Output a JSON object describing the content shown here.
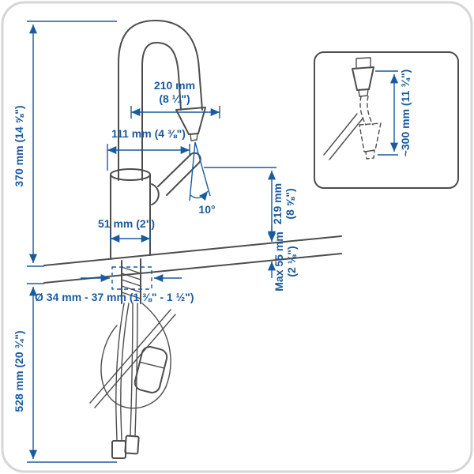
{
  "colors": {
    "accent_blue": "#1a5a9e",
    "drawing_gray": "#4d4d4d",
    "border_gray": "#d6d6d6",
    "background": "#ffffff"
  },
  "diagram": {
    "labels": {
      "height_above": "370 mm (14 ⅝\")",
      "depth_below": "528 mm (20 ¾\")",
      "spout_reach_1": "210 mm",
      "spout_reach_2": "(8 ¼\")",
      "spout_projection": "111 mm (4 ⅜\")",
      "base_diameter": "51 mm (2\")",
      "spout_angle": "10°",
      "outlet_height_1": "219 mm",
      "outlet_height_2": "(8 ⅝\")",
      "max_deck_1": "Max 55 mm",
      "max_deck_2": "(2 ⅛\")",
      "hole_diameter": "Ø 34 mm - 37 mm (1 ⅜\" - 1 ½\")",
      "hose_extension": "~300 mm (11 ¾\")"
    }
  }
}
